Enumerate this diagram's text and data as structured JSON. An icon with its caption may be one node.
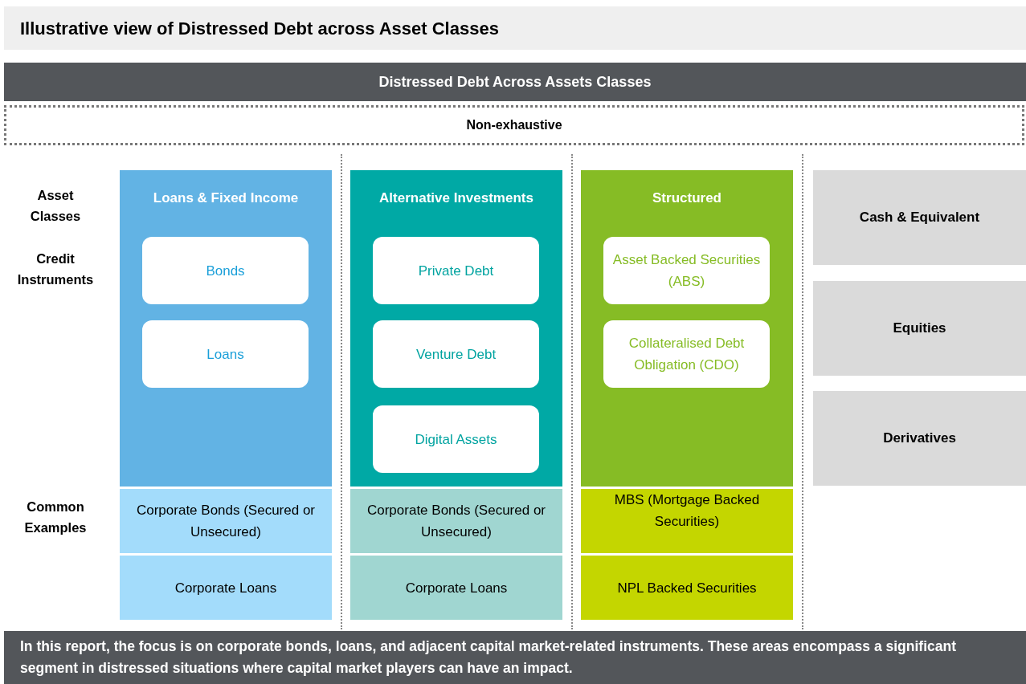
{
  "diagram": {
    "title": "Illustrative view of Distressed Debt across Asset Classes",
    "nodes": [
      {
        "text": [
          "Distressed Debt Across Assets Classes"
        ]
      },
      {
        "text": [
          "Non-exhaustive"
        ]
      },
      {
        "text": [
          "Loans & Fixed Income"
        ]
      },
      {
        "text": [
          "Bonds"
        ],
        "in": 2
      },
      {
        "text": [
          "Loans"
        ],
        "in": 2
      },
      {
        "text": [
          "Alternative Investments"
        ]
      },
      {
        "text": [
          "Private Debt"
        ],
        "in": 5
      },
      {
        "text": [
          "Venture Debt"
        ],
        "in": 5
      },
      {
        "text": [
          "Digital Assets"
        ],
        "in": 5
      },
      {
        "text": [
          "Structured"
        ]
      },
      {
        "text": [
          "Asset Backed Securities (ABS)"
        ],
        "in": 9
      },
      {
        "text": [
          "Collateralised Debt Obligation (CDO)"
        ],
        "in": 9
      },
      {
        "text": [
          "Cash & Equivalent"
        ]
      },
      {
        "text": [
          "Equities"
        ]
      },
      {
        "text": [
          "Derivatives"
        ]
      },
      {
        "text": [
          "Corporate Bonds (Secured or Unsecured)"
        ]
      },
      {
        "text": [
          "Corporate Loans"
        ]
      },
      {
        "text": [
          "Corporate Bonds (Secured or Unsecured)"
        ]
      },
      {
        "text": [
          "Corporate Loans"
        ]
      },
      {
        "text": [
          "MBS (Mortgage Backed Securities)"
        ]
      },
      {
        "text": [
          "NPL Backed Securities"
        ]
      },
      {
        "text": [
          "In this report, the focus is on corporate bonds, loans, and adjacent capital market-related instruments. These areas encompass a significant segment in distressed situations where capital market players can have an impact."
        ]
      }
    ],
    "labels": [
      "Asset Classes",
      "Credit Instruments",
      "Common Examples"
    ]
  }
}
